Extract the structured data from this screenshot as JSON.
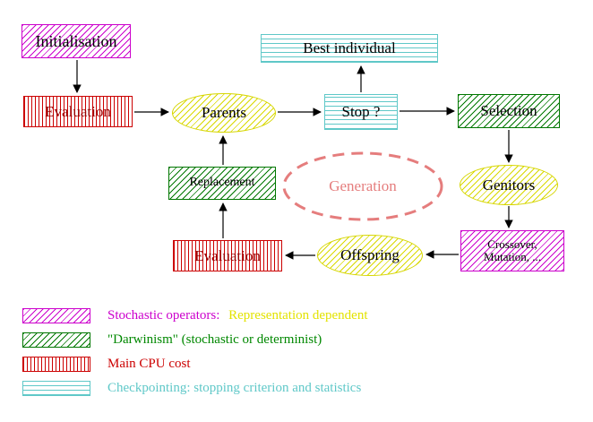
{
  "nodes": {
    "initialisation": "Initialisation",
    "evaluation_top": "Evaluation",
    "parents": "Parents",
    "best_individual": "Best individual",
    "stop": "Stop ?",
    "selection": "Selection",
    "replacement": "Replacement",
    "generation": "Generation",
    "genitors": "Genitors",
    "crossover_line1": "Crossover,",
    "crossover_line2": "Mutation, ...",
    "offspring": "Offspring",
    "evaluation_bottom": "Evaluation"
  },
  "legend": [
    {
      "pattern": "magenta-diagonal-hatch",
      "label": "Stochastic operators:",
      "label2": "Representation dependent"
    },
    {
      "pattern": "green-diagonal-hatch",
      "label": "\"Darwinism\" (stochastic or determinist)"
    },
    {
      "pattern": "red-vertical-stripes",
      "label": "Main CPU cost"
    },
    {
      "pattern": "cyan-horizontal-stripes",
      "label": "Checkpointing: stopping criterion and statistics"
    }
  ],
  "colors": {
    "magenta": "#cc00cc",
    "green": "#007700",
    "red": "#cc0000",
    "cyan": "#5fc8c8",
    "yellow": "#d9d900",
    "salmon": "#e57d7d",
    "evaluation_text": "#990000",
    "arrow": "#000000"
  }
}
